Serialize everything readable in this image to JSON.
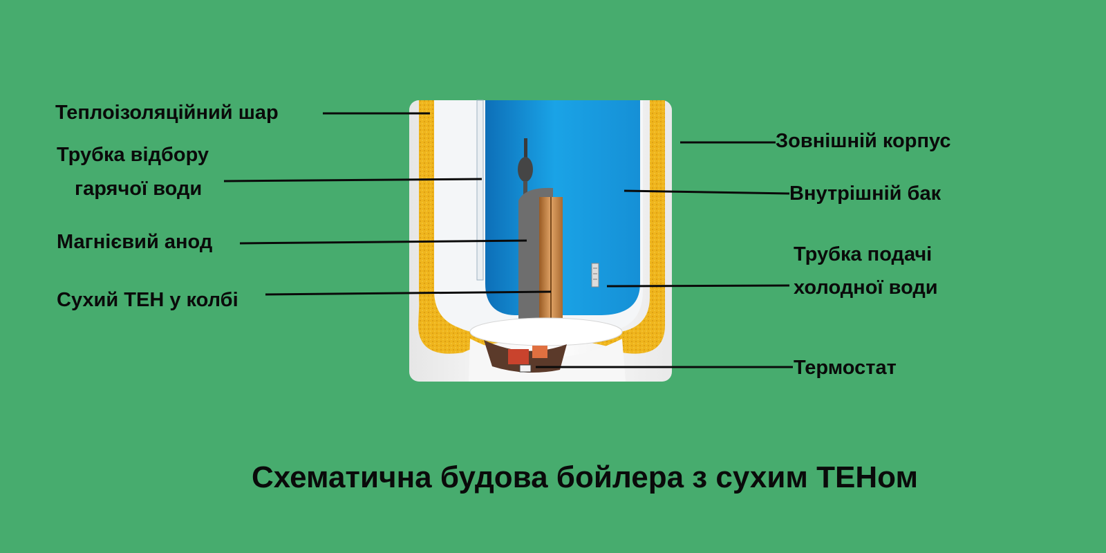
{
  "labels": {
    "insulation": "Теплоізоляційний шар",
    "hot_pipe_line1": "Трубка відбору",
    "hot_pipe_line2": "гарячої води",
    "anode": "Магнієвий анод",
    "heater": "Сухий ТЕН у колбі",
    "outer_case": "Зовнішній корпус",
    "inner_tank": "Внутрішній бак",
    "cold_pipe_line1": "Трубка подачі",
    "cold_pipe_line2": "холодної води",
    "thermostat": "Термостат"
  },
  "caption": "Схематична будова бойлера з сухим ТЕНом",
  "colors": {
    "background": "#47ac6e",
    "water": "#1597dd",
    "insulation": "#f0b81f",
    "casing": "#f2f2f2",
    "heater": "#c88a4a",
    "line": "#0a0a0a"
  }
}
